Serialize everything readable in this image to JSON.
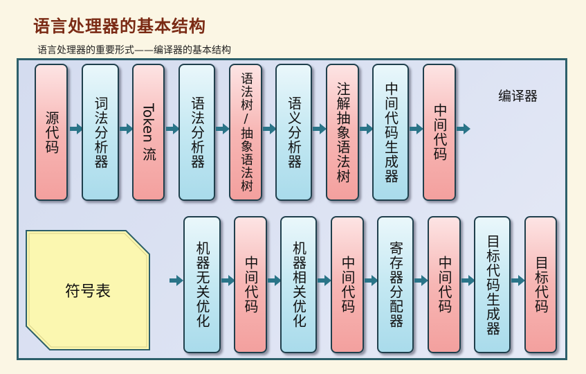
{
  "title": "语言处理器的基本结构",
  "subtitle": "语言处理器的重要形式——编译器的基本结构",
  "compiler_label": "编译器",
  "symbol_table": "符号表",
  "row1": [
    {
      "label": "源代码",
      "kind": "pink"
    },
    {
      "label": "词法分析器",
      "kind": "blue"
    },
    {
      "label": "Token 流",
      "kind": "pink"
    },
    {
      "label": "语法分析器",
      "kind": "blue"
    },
    {
      "label": "语法树/抽象语法树",
      "kind": "pink"
    },
    {
      "label": "语义分析器",
      "kind": "blue"
    },
    {
      "label": "注解抽象语法树",
      "kind": "pink"
    },
    {
      "label": "中间代码生成器",
      "kind": "blue"
    },
    {
      "label": "中间代码",
      "kind": "pink"
    }
  ],
  "row2": [
    {
      "label": "机器无关优化",
      "kind": "blue"
    },
    {
      "label": "中间代码",
      "kind": "pink"
    },
    {
      "label": "机器相关优化",
      "kind": "blue"
    },
    {
      "label": "中间代码",
      "kind": "pink"
    },
    {
      "label": "寄存器分配器",
      "kind": "blue"
    },
    {
      "label": "中间代码",
      "kind": "pink"
    },
    {
      "label": "目标代码生成器",
      "kind": "blue"
    },
    {
      "label": "目标代码",
      "kind": "pink"
    }
  ],
  "colors": {
    "title": "#7a2a14",
    "frame_border": "#2c5f6a",
    "arrow": "#2a7488",
    "pink_box": "#f7b6b4",
    "blue_box": "#c4e8f2",
    "symbol_table_fill": "#fbf7b0"
  }
}
